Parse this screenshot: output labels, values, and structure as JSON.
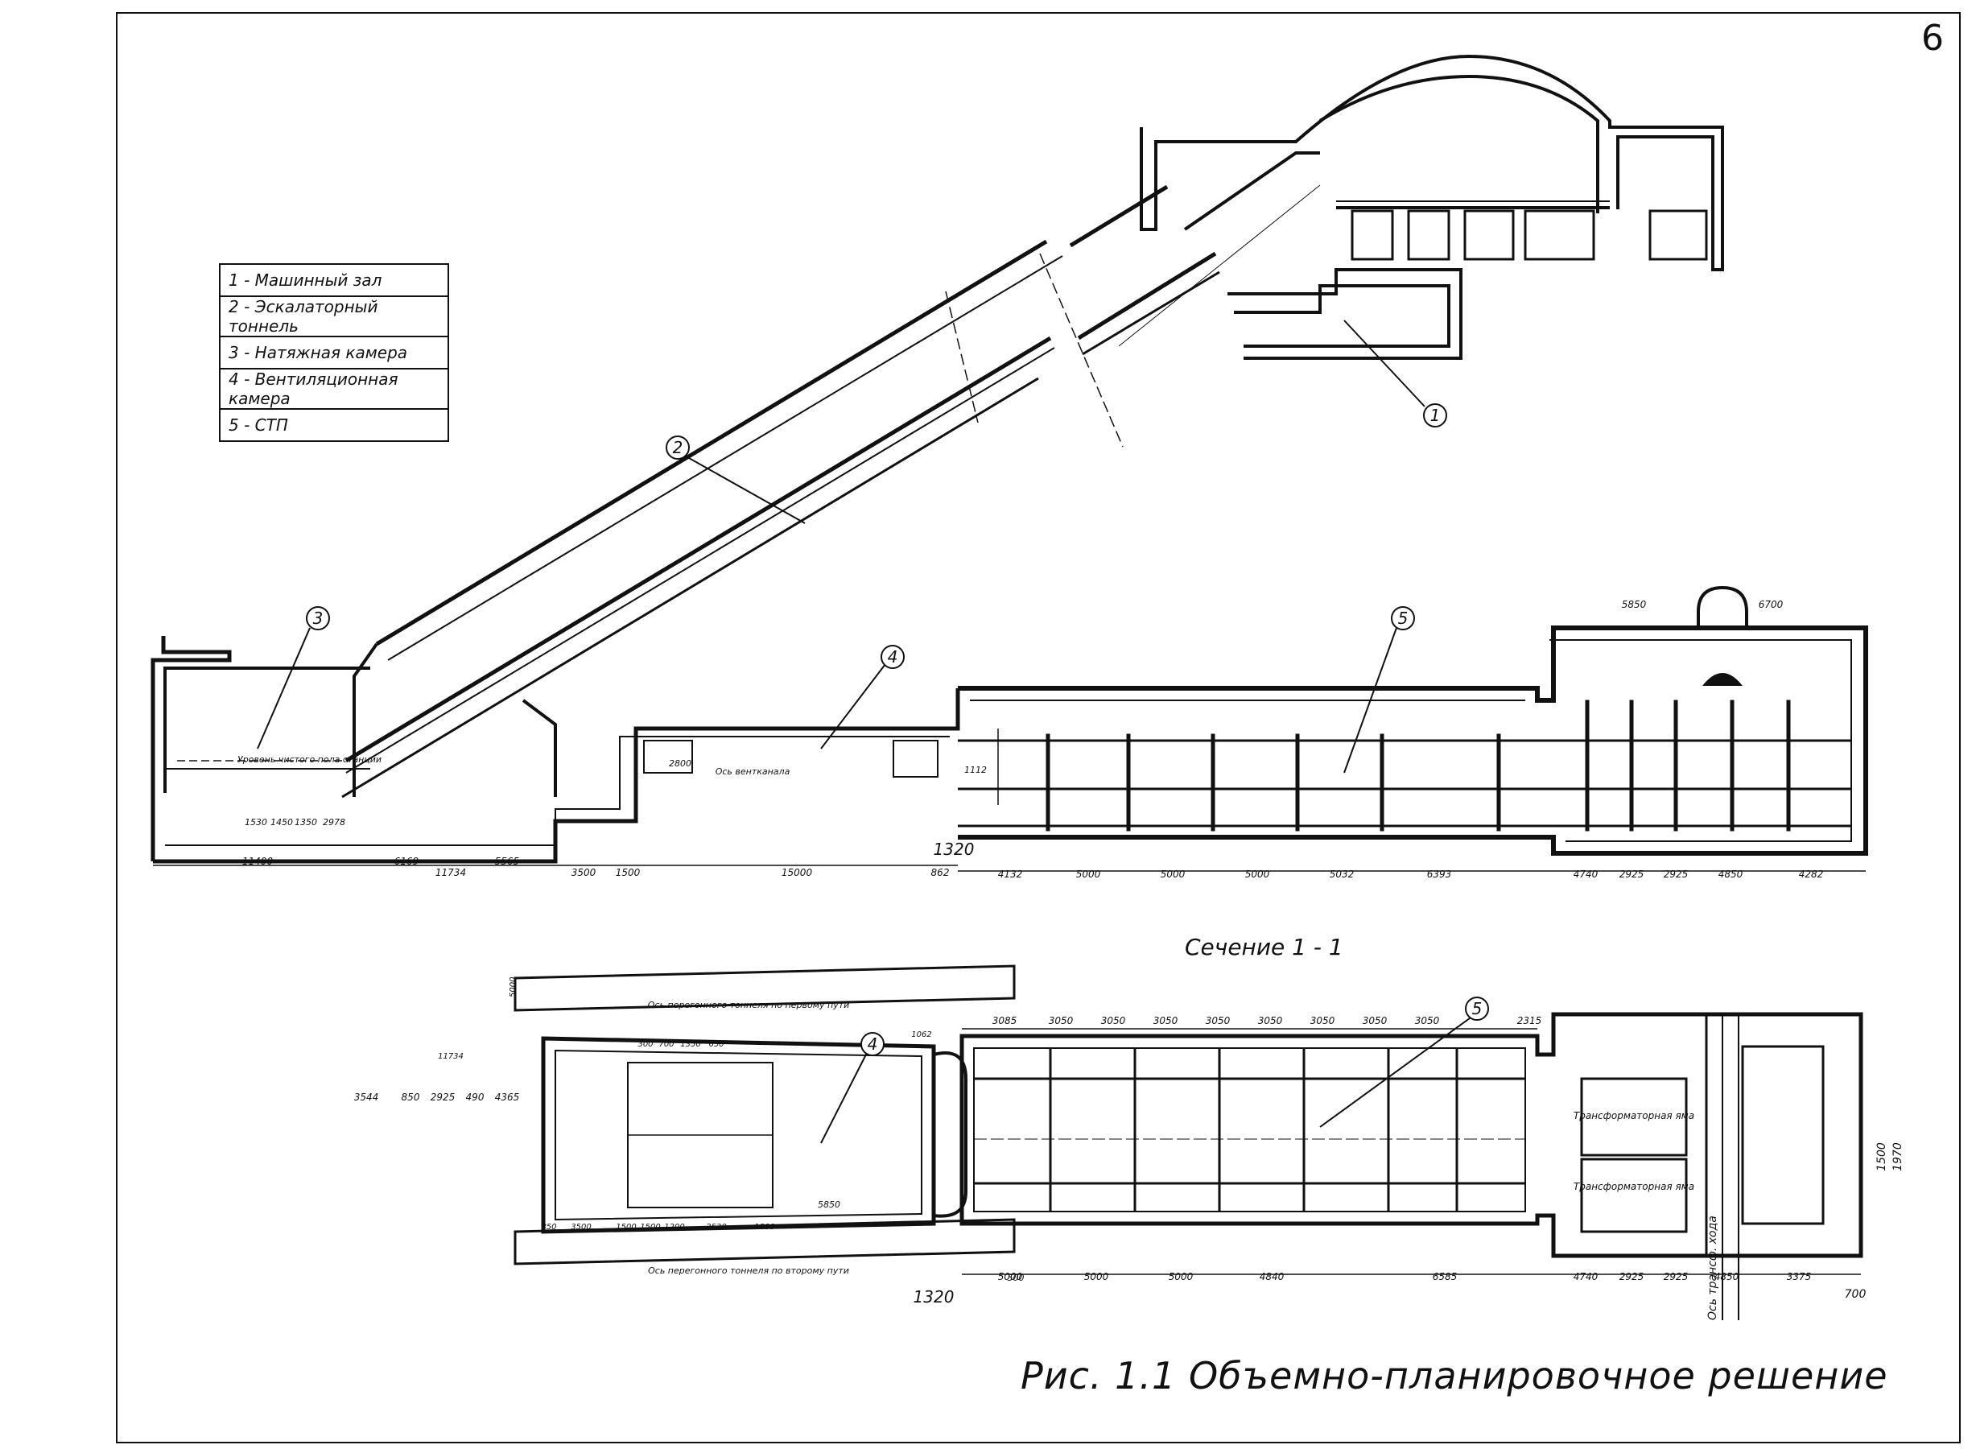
{
  "page_number": "6",
  "legend": [
    "1 - Машинный зал",
    "2 - Эскалаторный тоннель",
    "3 - Натяжная камера",
    "4 - Вентиляционная камера",
    "5 - СТП"
  ],
  "callouts": [
    "1",
    "2",
    "3",
    "4",
    "5",
    "4",
    "5"
  ],
  "section_title": "Сечение 1 - 1",
  "figure_title": "Рис. 1.1 Объемно-планировочное решение",
  "section_dims": [
    "4132",
    "5000",
    "5000",
    "5000",
    "5032",
    "6393",
    "4740",
    "2925",
    "2925",
    "4850",
    "4282"
  ],
  "section_left_dims": [
    "11400",
    "6169",
    "11734",
    "5565",
    "3500",
    "1500",
    "15000",
    "862"
  ],
  "top_right_dims": [
    "5850",
    "6700"
  ],
  "plan_top_dims": [
    "3085",
    "3050",
    "3050",
    "3050",
    "3050",
    "3050",
    "3050",
    "3050",
    "3050",
    "2315"
  ],
  "plan_bottom_dims": [
    "5000",
    "5000",
    "5000",
    "4840",
    "6585",
    "4740",
    "2925",
    "2925",
    "4850",
    "3375"
  ],
  "plan_left_dims": [
    "3544",
    "850",
    "2925",
    "490",
    "4365"
  ],
  "plan_lower_dims": [
    "850",
    "3500",
    "1500",
    "1500",
    "1200",
    "2530",
    "1580"
  ],
  "plan_mid_dims": [
    "300",
    "700",
    "1350",
    "650"
  ],
  "marker_1320": "1320",
  "marker_700": "700",
  "marker_11734": "11734",
  "trans_room_label": "Трансформаторная яма",
  "axis_trans": "Ось трансф. хода",
  "tunnel_track_1": "Ось перегонного тоннеля по первому пути",
  "tunnel_track_2": "Ось перегонного тоннеля по второму пути",
  "vent_label": "Ось вентканала",
  "floor_label": "Уровень чистого пола станции",
  "small_dims": {
    "d1500": "1500",
    "d1970": "1970",
    "d2800": "2800",
    "d1530": "1530",
    "d1450": "1450",
    "d1350": "1350",
    "d2978": "2978",
    "d1112": "1112",
    "d5850b": "5850",
    "d1062": "1062",
    "d500": "500",
    "d5000": "5000"
  }
}
